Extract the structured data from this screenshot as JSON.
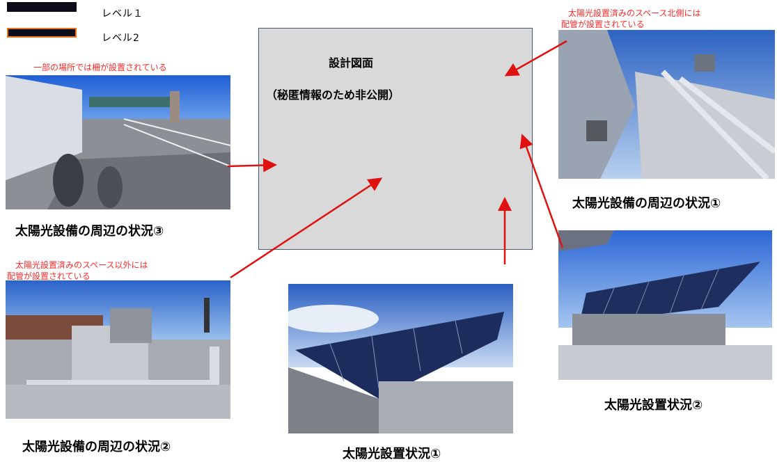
{
  "legend": {
    "level1_label": "レベル１",
    "level2_label": "レベル2",
    "level1_color": "#0d0d1a",
    "level2_color": "#e2741c"
  },
  "drawing": {
    "title": "設計図面",
    "subtitle": "（秘匿情報のため非公開）"
  },
  "notes": {
    "fence": "一部の場所では柵が設置されている",
    "north_piping_line1": "太陽光設置済みのスペース北側には",
    "north_piping_line2": "配管が設置されている",
    "other_piping_line1": "太陽光設置済みのスペース以外には",
    "other_piping_line2": "配管が設置されている",
    "note_color": "#ff2a2a"
  },
  "captions": {
    "surroundings_1": "太陽光設備の周辺の状況①",
    "surroundings_2": "太陽光設備の周辺の状況②",
    "surroundings_3": "太陽光設備の周辺の状況③",
    "install_1": "太陽光設置状況①",
    "install_2": "太陽光設置状況②"
  },
  "arrow_color": "#e01010"
}
